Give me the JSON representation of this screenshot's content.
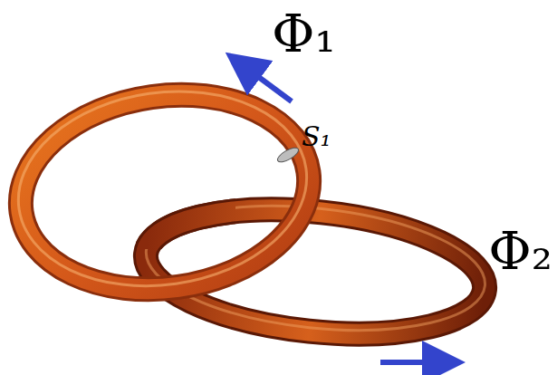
{
  "diagram": {
    "labels": [
      "Φ₁",
      "S₁",
      "Φ₂"
    ]
  }
}
